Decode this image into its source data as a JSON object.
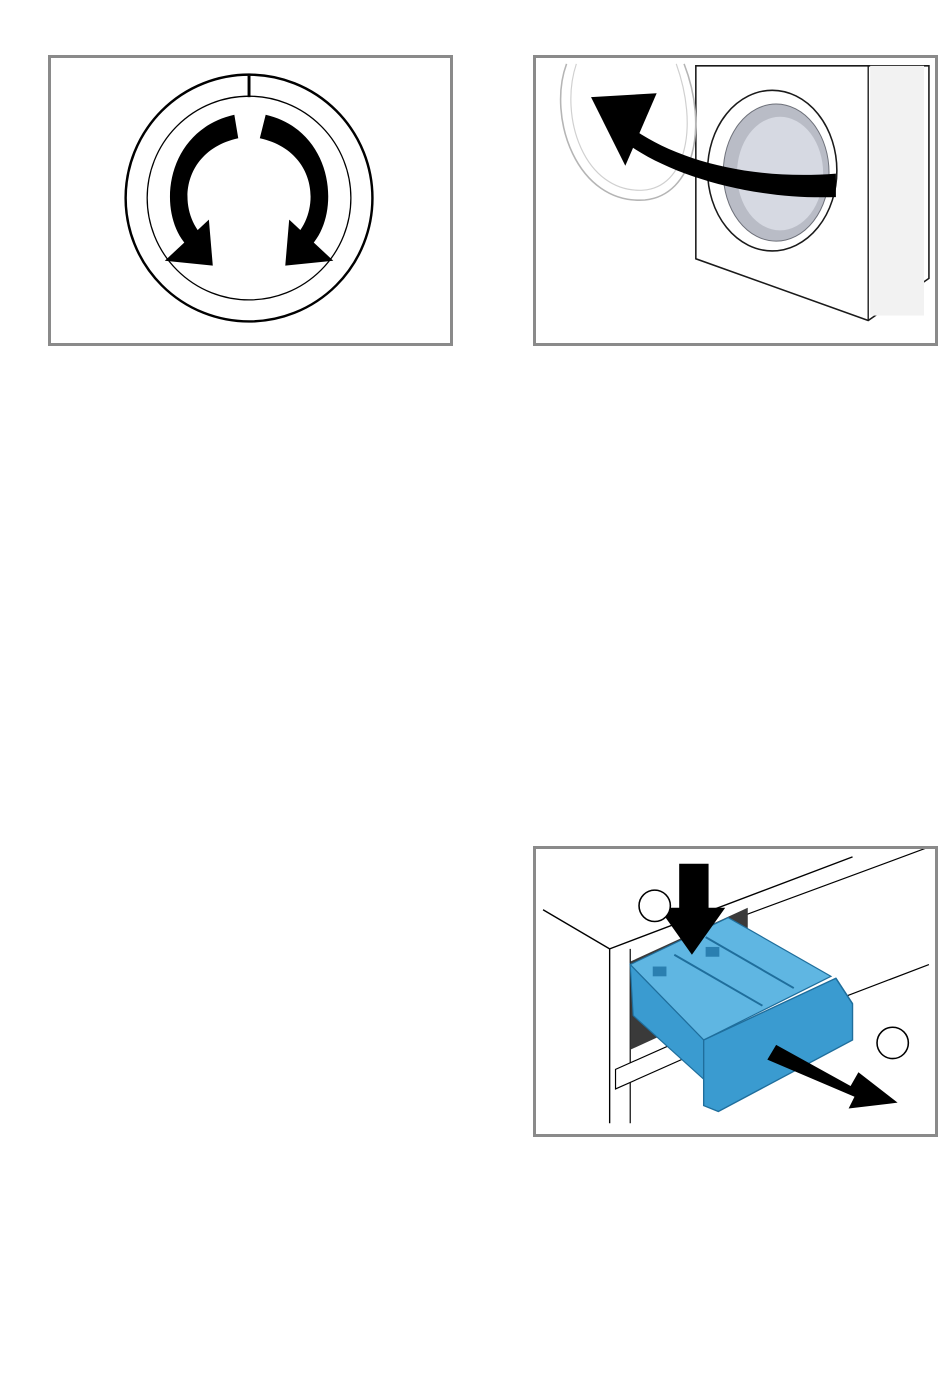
{
  "figures": [
    {
      "id": "dial",
      "subject": "program-selector-dial",
      "arrows": [
        "counterclockwise",
        "clockwise"
      ]
    },
    {
      "id": "door",
      "subject": "open-loading-door",
      "arrows": [
        "open-door-direction"
      ]
    },
    {
      "id": "drawer",
      "subject": "detergent-drawer-removal",
      "steps": [
        "press-insert",
        "pull-out-drawer"
      ]
    }
  ],
  "colors": {
    "frame": "#8a8a8a",
    "line": "#000000",
    "drawer_blue": "#3a9bd0",
    "drawer_blue_dark": "#2a7fb0",
    "door_glass": "#d6d9e2"
  }
}
